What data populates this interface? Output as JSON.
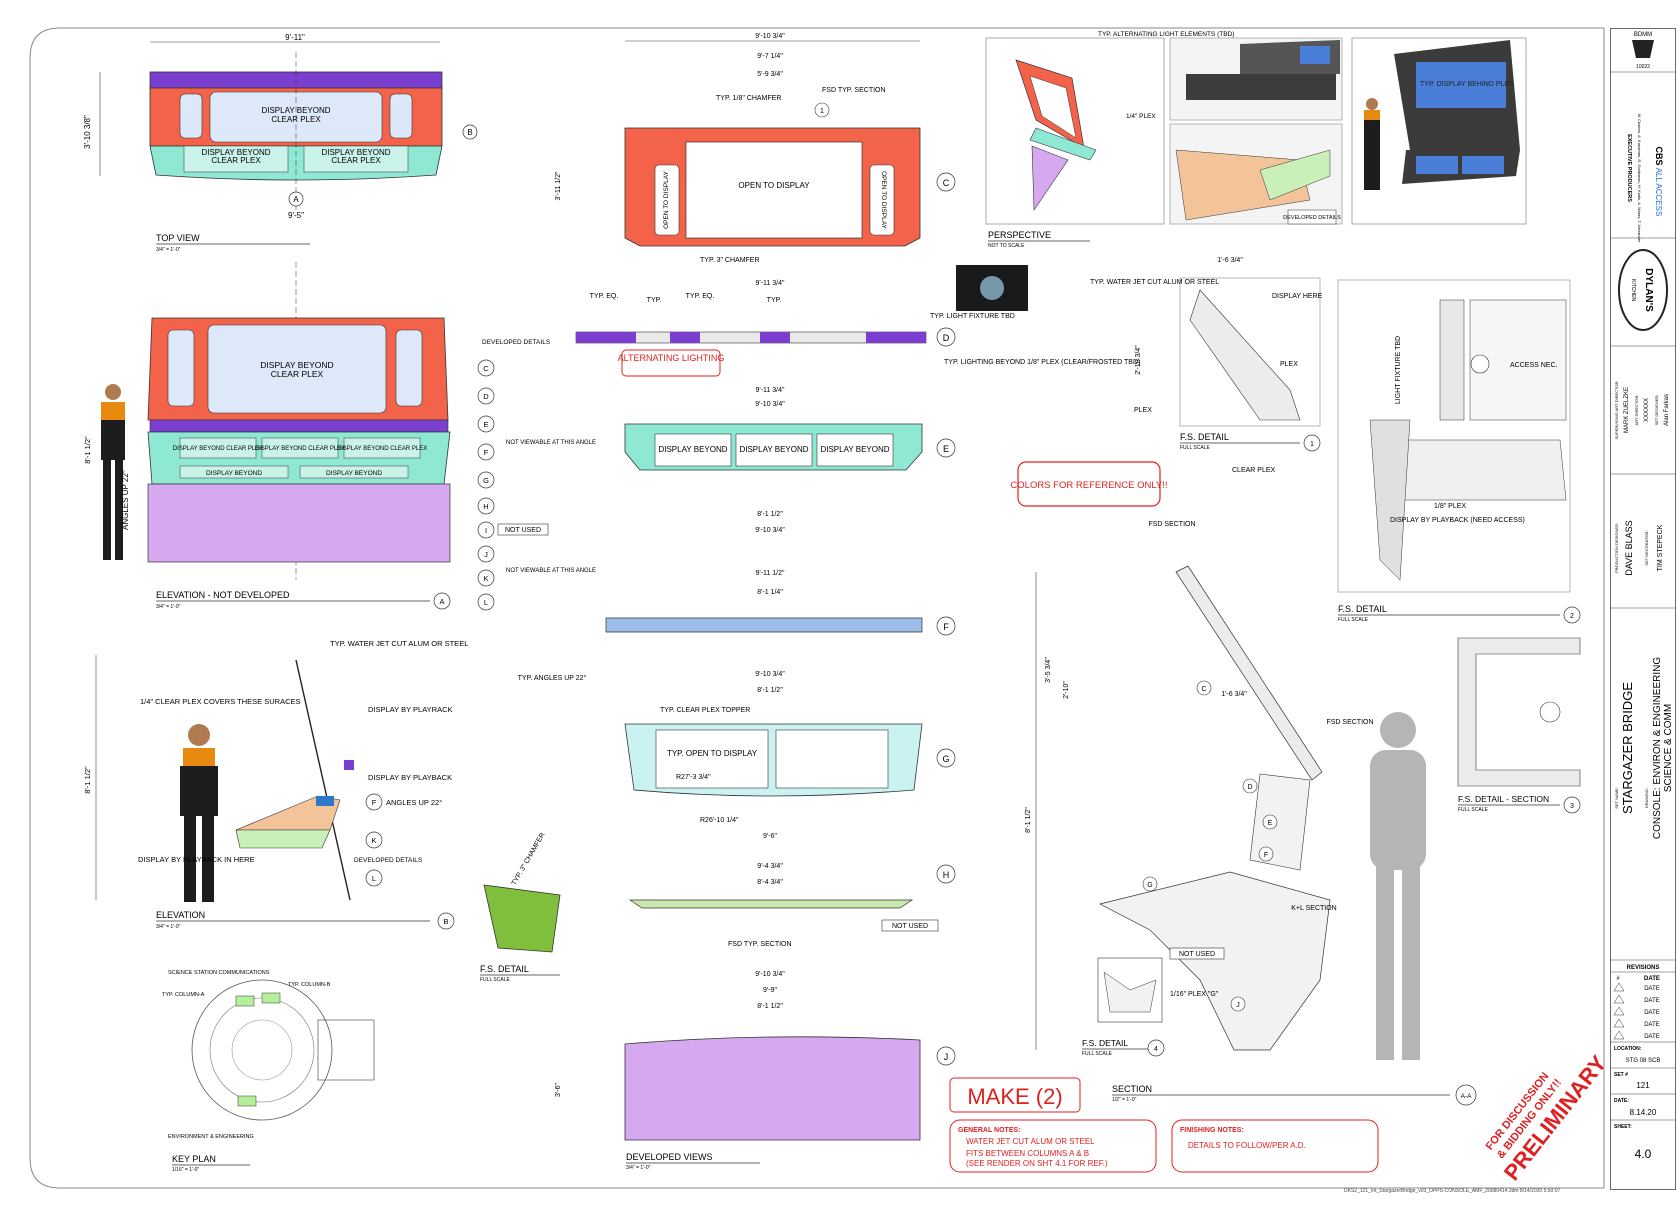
{
  "labels": {
    "top_view": "TOP VIEW",
    "elev_nd": "ELEVATION - NOT DEVELOPED",
    "elevation": "ELEVATION",
    "key_plan": "KEY PLAN",
    "developed_views": "DEVELOPED VIEWS",
    "perspective": "PERSPECTIVE",
    "section": "SECTION",
    "fs_detail": "F.S. DETAIL",
    "fs_detail_section": "F.S. DETAIL - SECTION",
    "scale_3_4": "3/4\" = 1'-0\"",
    "scale_1_2": "1/2\" = 1'-0\"",
    "full_scale": "FULL SCALE",
    "not_to_scale": "NOT TO SCALE",
    "scale_1_16": "1/16\" = 1'-0\""
  },
  "top_view": {
    "dim_top": "9'-11\"",
    "dim_bottom": "9'-5\"",
    "dim_side": "3'-10 3/8\"",
    "display_beyond": "DISPLAY BEYOND",
    "clear_plex": "CLEAR PLEX",
    "display_beyond_short": "DISPLAY BEYOND"
  },
  "elev_nd": {
    "dim_height": "8'-1 1/2\"",
    "angles_up": "ANGLES UP 22°",
    "developed_details": "DEVELOPED DETAILS",
    "not_viewable": "NOT VIEWABLE AT THIS ANGLE",
    "not_used": "NOT USED",
    "display_beyond_clear": "DISPLAY BEYOND CLEAR PLEX",
    "display_beyond": "DISPLAY BEYOND",
    "callouts": [
      "C",
      "D",
      "E",
      "F",
      "G",
      "H",
      "I",
      "J",
      "K",
      "L"
    ]
  },
  "elevation": {
    "dim_height": "8'-1 1/2\"",
    "note_alum": "TYP. WATER JET CUT ALUM OR STEEL",
    "note_plex": "1/4\" CLEAR PLEX COVERS THESE SURACES",
    "note_playrack": "DISPLAY BY PLAYRACK",
    "note_playback": "DISPLAY BY PLAYBACK",
    "note_angles": "ANGLES UP 22°",
    "note_display_here": "DISPLAY BY PLAYBACK IN HERE",
    "note_developed": "DEVELOPED DETAILS"
  },
  "key_plan": {
    "science": "SCIENCE STATION COMMUNICATIONS",
    "col_a": "TYP. COLUMN-A",
    "col_b": "TYP. COLUMN-B",
    "env_eng": "ENVIRONMENT & ENGINEERING"
  },
  "dev": {
    "c_dim_total": "9'-10 3/4\"",
    "c_dim_2": "9'-7 1/4\"",
    "c_dim_3": "5'-9 3/4\"",
    "c_side": "3'-11 1/2\"",
    "c_chamfer_top": "TYP. 1/8\" CHAMFER",
    "c_chamfer_bot": "TYP. 3\" CHAMFER",
    "c_open_display": "OPEN TO DISPLAY",
    "c_fsd": "FSD TYP. SECTION",
    "d_dim": "9'-11 3/4\"",
    "d_typ_eq": "TYP. EQ.",
    "d_typ": "TYP.",
    "d_alternating": "ALTERNATING LIGHTING",
    "d_light_fixture": "TYP. LIGHT FIXTURE TBD",
    "d_lighting_note": "TYP. LIGHTING BEYOND 1/8\" PLEX (CLEAR/FROSTED TBD)",
    "e_dim": "9'-11 3/4\"",
    "e_dim2": "9'-10 3/4\"",
    "e_display_beyond": "DISPLAY BEYOND",
    "e_bottom": "9'-10 3/4\"",
    "e_mid": "8'-1 1/2\"",
    "f_dim": "9'-11 1/2\"",
    "f_mid": "8'-1 1/4\"",
    "g_dim": "9'-10 3/4\"",
    "g_mid": "8'-1 1/2\"",
    "g_topper": "TYP. CLEAR PLEX TOPPER",
    "g_open": "TYP. OPEN TO DISPLAY",
    "g_r27": "R27'-3 3/4\"",
    "g_r26": "R26'-10 1/4\"",
    "g_bottom": "9'-6\"",
    "g_angles": "TYP. ANGLES UP 22°",
    "h_dim": "9'-4 3/4\"",
    "h_mid": "8'-4 3/4\"",
    "h_chamfer": "TYP. 3\" CHAMFER",
    "h_fsd": "FSD TYP. SECTION",
    "h_not_used": "NOT USED",
    "j_dim": "9'-10 3/4\"",
    "j_dim2": "9'-9\"",
    "j_mid": "8'-1 1/2\"",
    "j_side": "3'-6\""
  },
  "callouts": {
    "C": "C",
    "D": "D",
    "E": "E",
    "F": "F",
    "G": "G",
    "H": "H",
    "J": "J",
    "A": "A",
    "B": "B",
    "n1": "1",
    "n2": "2",
    "n3": "3",
    "n4": "4",
    "AA": "A-A"
  },
  "perspective": {
    "alt_light": "TYP. ALTERNATING LIGHT ELEMENTS (TBD)",
    "plex_quarter": "1/4\" PLEX",
    "display_behind": "TYP. DISPLAY BEHIND PLEX",
    "developed_details": "DEVELOPED DETAILS"
  },
  "fs1": {
    "note_alum": "TYP. WATER JET CUT ALUM OR STEEL",
    "display_here": "DISPLAY HERE",
    "plex": "PLEX",
    "dim": "1'-6 3/4\"",
    "dim2": "2'-10 3/4\""
  },
  "fs2": {
    "light_fixture": "LIGHT FIXTURE TBD",
    "access": "ACCESS NEC.",
    "clear_plex": "CLEAR PLEX",
    "plex_18": "1/8\" PLEX",
    "display_playback": "DISPLAY BY PLAYBACK (NEED ACCESS)"
  },
  "section": {
    "fsd": "FSD SECTION",
    "kl": "K+L SECTION",
    "not_used": "NOT USED",
    "plex_116": "1/16\" PLEX \"G\"",
    "dim_h": "8'-1 1/2\"",
    "dim_a": "3'-5 3/4\"",
    "dim_b": "2'-10\"",
    "dim_c": "1'-6 3/4\""
  },
  "colors_note": "COLORS FOR REFERENCE ONLY!!",
  "make": "MAKE (2)",
  "general_notes": {
    "title": "GENERAL NOTES:",
    "line1": "WATER JET CUT ALUM OR STEEL",
    "line2": "FITS BETWEEN COLUMNS A & B",
    "line3": "(SEE RENDER ON SHT 4.1 FOR REF.)"
  },
  "finishing_notes": {
    "title": "FINISHING NOTES:",
    "line1": "DETAILS TO FOLLOW/PER A.D."
  },
  "stamp": {
    "line1": "FOR DISCUSSION",
    "line2": "& BIDDING ONLY!!",
    "line3": "PRELIMINARY"
  },
  "footer_file": "DKS2_121_Int_StargazerBridge_v03_OPPS-CONSOLE_AMF_20080414.3dm     8/14/2020 5:50:07",
  "title_block": {
    "union": "BDMM",
    "local": "10022",
    "exec_producers": "EXECUTIVE PRODUCERS",
    "producers_names": "M. Chabon, A. Kurtzman, R. Goldsman, H. Kadin, A. Maras, T. Alexander",
    "cbs": "CBS",
    "all_access": "ALL ACCESS",
    "dylans": "DYLAN'S",
    "kitchen": "KITCHEN",
    "sup_art_dir_label": "SUPERVISING ART DIRECTOR:",
    "sup_art_dir": "MARK ZUELZKE",
    "art_dir_label": "ART DIRECTOR:",
    "art_dir": "XXXXXX",
    "set_designer_label": "SET DESIGNER:",
    "set_designer": "Alan Farkas",
    "prod_designer_label": "PRODUCTION DESIGNER:",
    "prod_designer": "DAVE BLASS",
    "set_dec_label": "SET DECORATOR:",
    "set_dec": "TIM STEPECK",
    "set_name_label": "SET NAME:",
    "set_name": "STARGAZER BRIDGE",
    "drawing_label": "DRAWING:",
    "drawing_1": "CONSOLE: ENVIRON & ENGINEERING",
    "drawing_2": "SCIENCE & COMM",
    "revisions": "REVISIONS",
    "rev_hash": "#",
    "rev_date_hdr": "DATE",
    "rev_dates": [
      "DATE",
      "DATE",
      "DATE",
      "DATE",
      "DATE"
    ],
    "location_label": "LOCATION:",
    "location": "STG 08 SCB",
    "set_no_label": "SET #",
    "set_no": "121",
    "date_label": "DATE:",
    "date": "8.14.20",
    "sheet_label": "SHEET:",
    "sheet": "4.0"
  }
}
